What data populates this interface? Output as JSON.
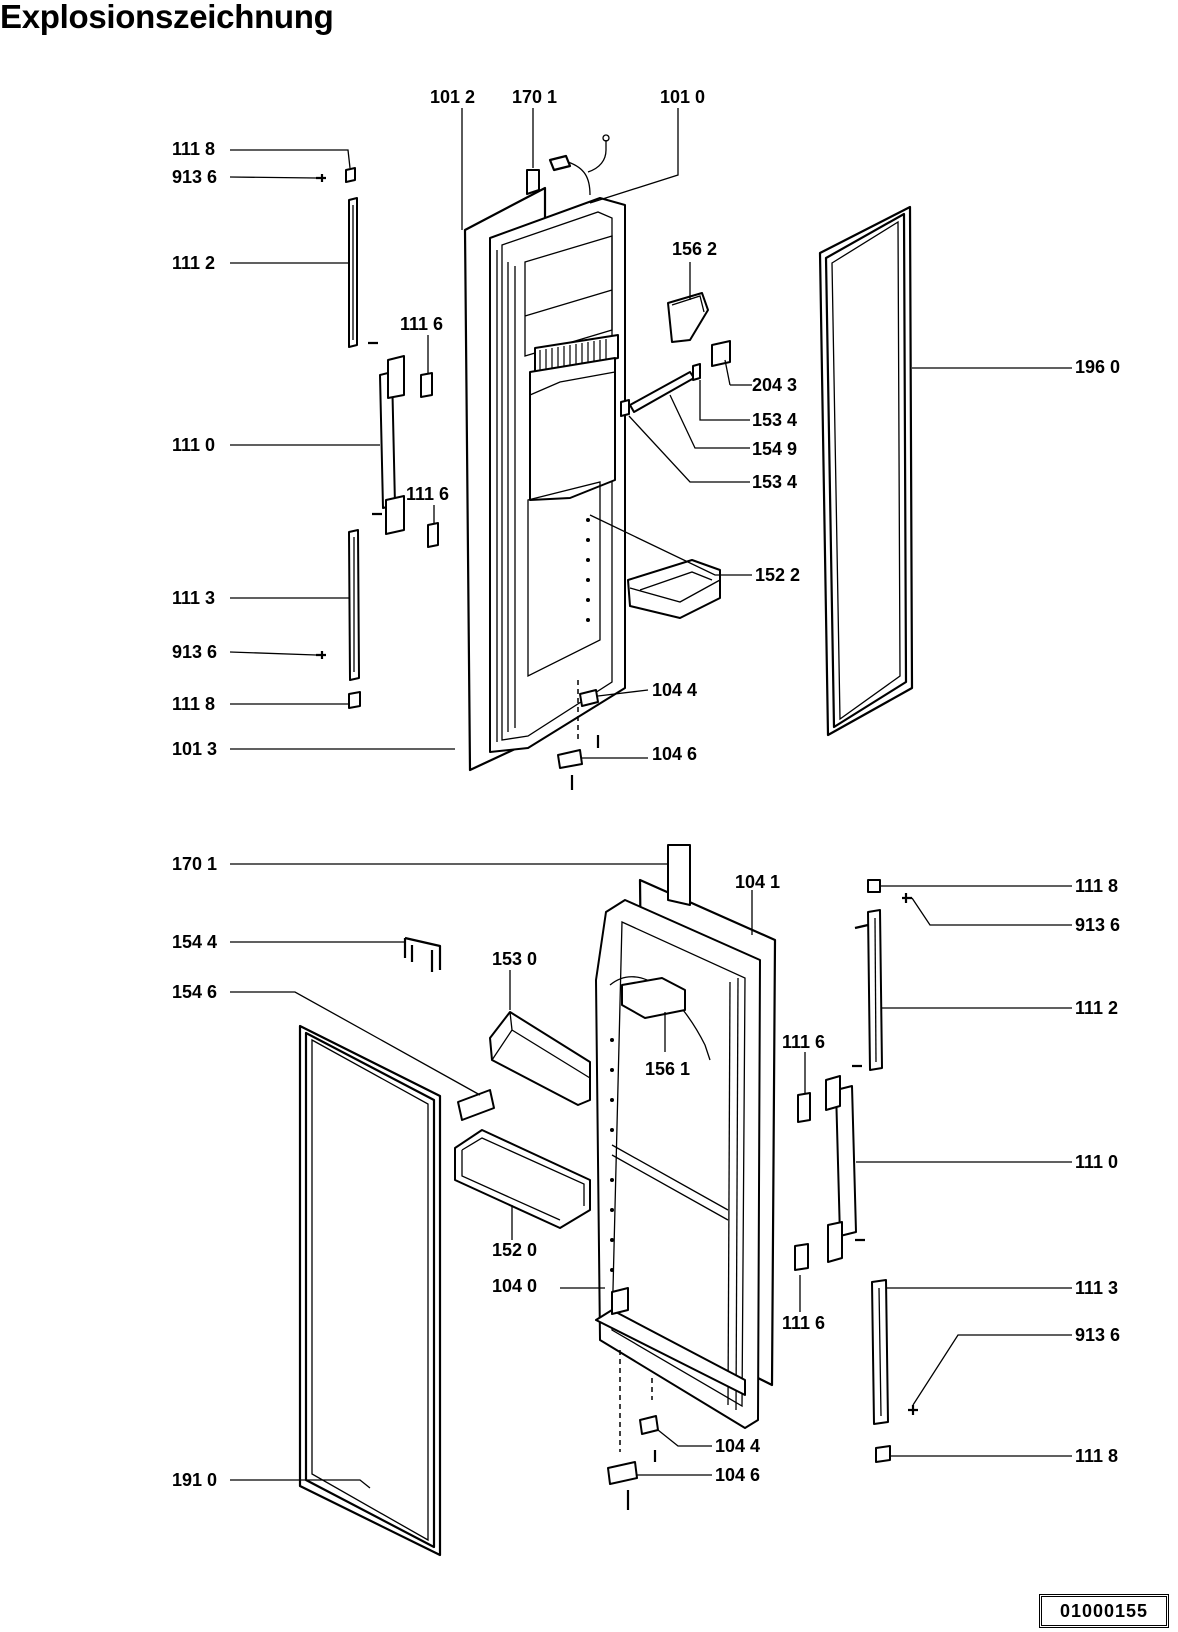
{
  "page": {
    "title": "Explosionszeichnung",
    "doc_number": "01000155"
  },
  "upper_door": {
    "labels": {
      "l1012": "101 2",
      "l1701": "170 1",
      "l1010": "101 0",
      "l1118a": "111 8",
      "l9136a": "913 6",
      "l1112": "111 2",
      "l1116a": "111 6",
      "l1562": "156 2",
      "l2043": "204 3",
      "l1960": "196 0",
      "l1534a": "153 4",
      "l1549": "154 9",
      "l1110": "111 0",
      "l1534b": "153 4",
      "l1116b": "111 6",
      "l1522": "152 2",
      "l1113": "111 3",
      "l9136b": "913 6",
      "l1044": "104 4",
      "l1118b": "111 8",
      "l1013": "101 3",
      "l1046": "104 6"
    }
  },
  "lower_door": {
    "labels": {
      "l1701": "170 1",
      "l1041": "104 1",
      "l1118a": "111 8",
      "l1544": "154 4",
      "l1530": "153 0",
      "l9136a": "913 6",
      "l1546": "154 6",
      "l1112": "111 2",
      "l1116a": "111 6",
      "l1561": "156 1",
      "l1110": "111 0",
      "l1520": "152 0",
      "l1040": "104 0",
      "l1113": "111 3",
      "l1116b": "111 6",
      "l9136b": "913 6",
      "l1044": "104 4",
      "l1118b": "111 8",
      "l1910": "191 0",
      "l1046": "104 6"
    }
  }
}
